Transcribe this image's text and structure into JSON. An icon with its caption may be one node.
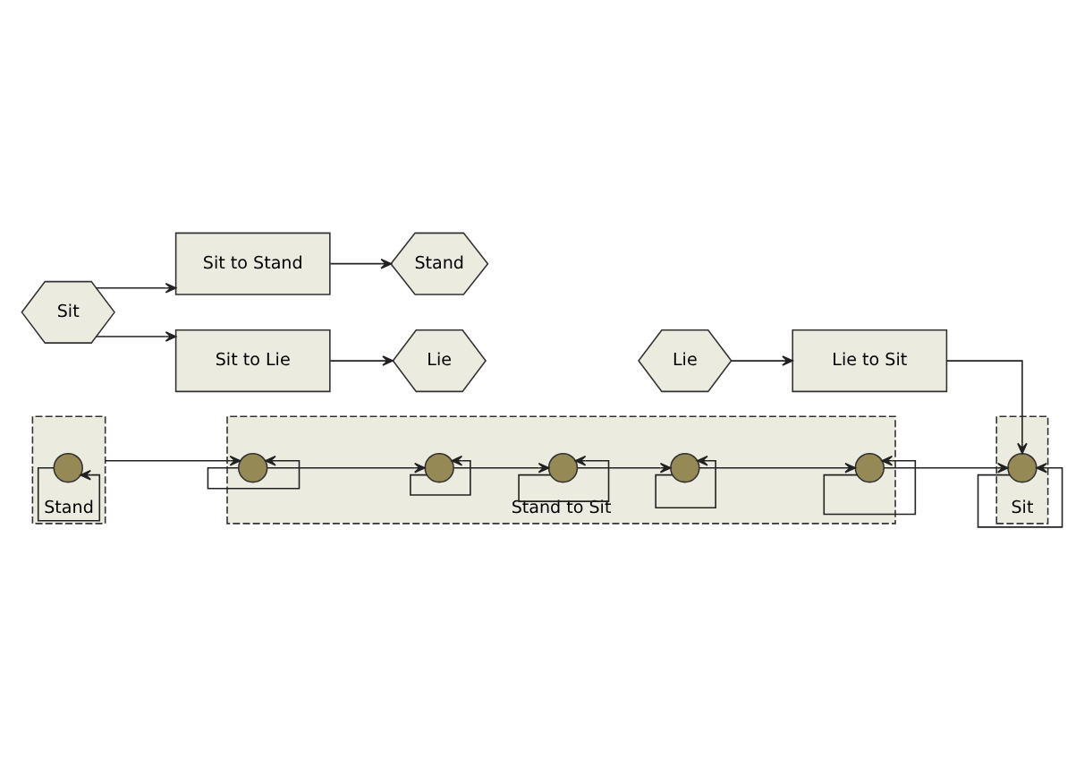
{
  "diagram": {
    "nodes": [
      {
        "text": [
          "Stand to Sit"
        ]
      },
      {
        "text": [],
        "shape": "circle",
        "in": 0
      },
      {
        "text": [],
        "shape": "circle",
        "in": 0
      },
      {
        "text": [],
        "shape": "circle",
        "in": 0
      },
      {
        "text": [],
        "shape": "circle",
        "in": 0
      },
      {
        "text": [],
        "shape": "circle",
        "in": 0
      },
      {
        "text": [
          "Stand"
        ]
      },
      {
        "text": [],
        "shape": "circle",
        "in": 6
      },
      {
        "text": [
          "Sit"
        ]
      },
      {
        "text": [],
        "shape": "circle",
        "in": 8
      },
      {
        "text": [
          "Sit to Stand"
        ]
      },
      {
        "text": [
          "Sit"
        ]
      },
      {
        "text": [
          "Stand"
        ]
      },
      {
        "text": [
          "Sit to Lie"
        ]
      },
      {
        "text": [
          "Lie"
        ]
      },
      {
        "text": [
          "Lie"
        ]
      },
      {
        "text": [
          "Lie to Sit"
        ]
      }
    ],
    "edges": [
      {
        "from": 6,
        "to": 1,
        "arrow": "to"
      },
      {
        "from": 1,
        "to": 1,
        "arrow": "to"
      },
      {
        "from": 1,
        "to": 2,
        "arrow": "to"
      },
      {
        "from": 2,
        "to": 2,
        "arrow": "to"
      },
      {
        "from": 2,
        "to": 3,
        "arrow": "to"
      },
      {
        "from": 3,
        "to": 3,
        "arrow": "to"
      },
      {
        "from": 3,
        "to": 4,
        "arrow": "to"
      },
      {
        "from": 4,
        "to": 4,
        "arrow": "to"
      },
      {
        "from": 4,
        "to": 5,
        "arrow": "to"
      },
      {
        "from": 5,
        "to": 5,
        "arrow": "to"
      },
      {
        "from": 7,
        "to": 7,
        "arrow": "to"
      },
      {
        "from": 5,
        "to": 9,
        "arrow": "to"
      },
      {
        "from": 16,
        "to": 9,
        "arrow": "to"
      },
      {
        "from": 9,
        "to": 9,
        "arrow": "to"
      },
      {
        "from": 11,
        "to": 10,
        "arrow": "to"
      },
      {
        "from": 11,
        "to": 13,
        "arrow": "to"
      },
      {
        "from": 10,
        "to": 12,
        "arrow": "to"
      },
      {
        "from": 13,
        "to": 14,
        "arrow": "to"
      },
      {
        "from": 15,
        "to": 16,
        "arrow": "to"
      }
    ]
  }
}
